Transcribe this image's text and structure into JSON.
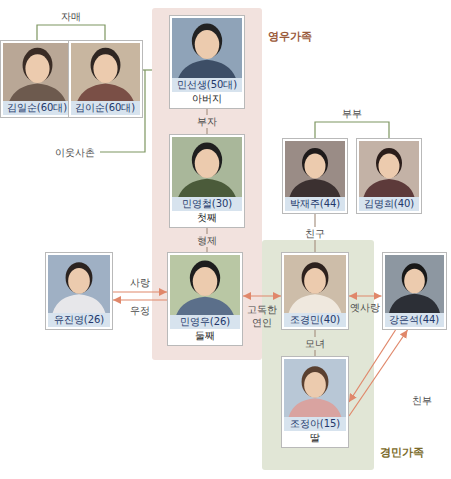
{
  "diagram": {
    "nodes": [
      {
        "text": [
          "김일순(60대)"
        ]
      },
      {
        "text": [
          "김이순(60대)"
        ]
      },
      {
        "text": [
          "영우가족"
        ]
      },
      {
        "text": [
          "민선생(50대)",
          "아버지"
        ],
        "in": 2
      },
      {
        "text": [
          "민영철(30)",
          "첫째"
        ],
        "in": 2
      },
      {
        "text": [
          "박재주(44)"
        ]
      },
      {
        "text": [
          "김명희(40)"
        ]
      },
      {
        "text": [
          "유진영(26)"
        ]
      },
      {
        "text": [
          "민영우(26)",
          "둘째"
        ],
        "in": 2
      },
      {
        "text": [
          "경민가족"
        ]
      },
      {
        "text": [
          "조경민(40)"
        ],
        "in": 9
      },
      {
        "text": [
          "강은석(44)"
        ]
      },
      {
        "text": [
          "조정아(15)",
          "딸"
        ],
        "in": 9
      }
    ],
    "edges": [
      {
        "from": 0,
        "to": 1,
        "label": "자매",
        "arrow": "none"
      },
      {
        "from": 1,
        "to": 2,
        "label": "이웃사촌",
        "arrow": "none"
      },
      {
        "from": 3,
        "to": 4,
        "label": "부자",
        "arrow": "none"
      },
      {
        "from": 4,
        "to": 8,
        "label": "형제",
        "arrow": "none"
      },
      {
        "from": 5,
        "to": 6,
        "label": "부부",
        "arrow": "none"
      },
      {
        "from": 5,
        "to": 10,
        "label": "친구",
        "arrow": "none"
      },
      {
        "from": 7,
        "to": 8,
        "label": "사랑",
        "arrow": "to"
      },
      {
        "from": 8,
        "to": 7,
        "label": "우정",
        "arrow": "to"
      },
      {
        "from": 8,
        "to": 10,
        "label": "고독한 연인",
        "arrow": "both"
      },
      {
        "from": 10,
        "to": 11,
        "label": "옛사랑",
        "arrow": "both"
      },
      {
        "from": 10,
        "to": 12,
        "label": "모녀",
        "arrow": "none"
      },
      {
        "from": 11,
        "to": 12,
        "label": "친부",
        "arrow": "to"
      },
      {
        "from": 12,
        "to": 11,
        "arrow": "to"
      }
    ]
  }
}
